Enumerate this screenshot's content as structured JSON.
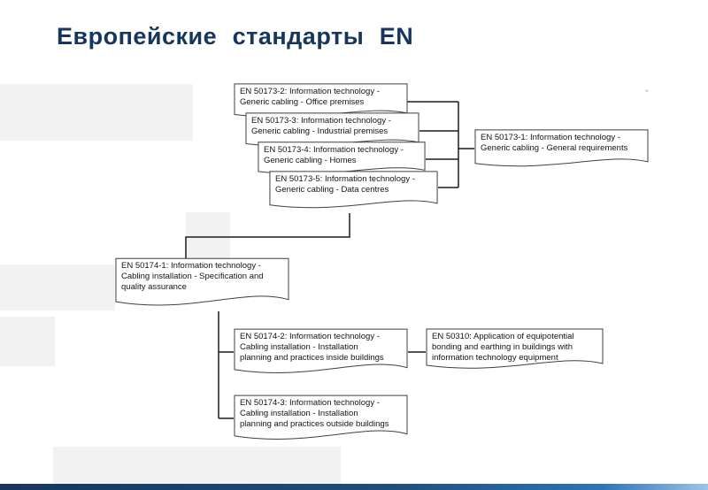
{
  "slide": {
    "title": "Европейские стандарты EN",
    "title_color": "#17365d",
    "footer_bar_colors": [
      "#17365d",
      "#1f4e79",
      "#2e74b5",
      "#9dc3e6"
    ],
    "stray_mark": "”"
  },
  "nodes": [
    {
      "id": "en-50173-2",
      "text": "EN 50173-2: Information technology -\nGeneric cabling - Office premises"
    },
    {
      "id": "en-50173-3",
      "text": "EN 50173-3: Information technology -\nGeneric cabling - Industrial premises"
    },
    {
      "id": "en-50173-4",
      "text": "EN 50173-4: Information technology -\nGeneric cabling - Homes"
    },
    {
      "id": "en-50173-5",
      "text": "EN 50173-5: Information technology -\nGeneric cabling - Data centres"
    },
    {
      "id": "en-50173-1",
      "text": "EN 50173-1: Information technology -\nGeneric cabling - General requirements"
    },
    {
      "id": "en-50174-1",
      "text": "EN 50174-1: Information technology -\nCabling installation - Specification and\nquality assurance"
    },
    {
      "id": "en-50174-2",
      "text": "EN 50174-2: Information technology -\nCabling installation - Installation\nplanning and practices inside buildings"
    },
    {
      "id": "en-50310",
      "text": "EN 50310: Application of equipotential\nbonding and earthing in buildings with\ninformation technology equipment"
    },
    {
      "id": "en-50174-3",
      "text": "EN 50174-3: Information technology -\nCabling installation - Installation\nplanning and practices outside buildings"
    }
  ],
  "edges": [
    {
      "from": "en-50173-2",
      "to": "en-50173-1"
    },
    {
      "from": "en-50173-3",
      "to": "en-50173-1"
    },
    {
      "from": "en-50173-4",
      "to": "en-50173-1"
    },
    {
      "from": "en-50173-5",
      "to": "en-50173-1"
    },
    {
      "from": "en-50173-group",
      "to": "en-50174-1"
    },
    {
      "from": "en-50174-1",
      "to": "en-50174-2"
    },
    {
      "from": "en-50174-1",
      "to": "en-50174-3"
    },
    {
      "from": "en-50174-2",
      "to": "en-50310"
    }
  ]
}
